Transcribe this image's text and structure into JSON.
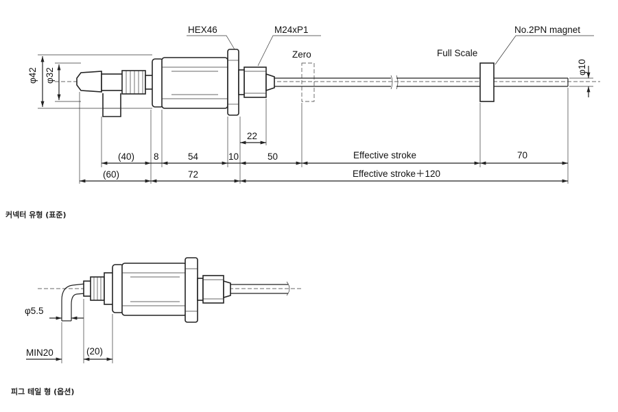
{
  "drawing1": {
    "labels": {
      "hex": "HEX46",
      "thread": "M24xP1",
      "zero": "Zero",
      "full_scale": "Full Scale",
      "magnet": "No.2PN magnet",
      "dia42": "φ42",
      "dia32": "φ32",
      "dia10": "φ10"
    },
    "dims_row1": [
      "(40)",
      "8",
      "54",
      "10",
      "50",
      "Effective stroke",
      "70"
    ],
    "dim_22": "22",
    "dims_row2": [
      "(60)",
      "72",
      "Effective stroke＋120"
    ],
    "caption": "커넥터 유형 (표준)"
  },
  "drawing2": {
    "labels": {
      "dia55": "φ5.5",
      "min20": "MIN20",
      "dim20": "(20)"
    },
    "caption": "피그 테일 형 (옵션)"
  }
}
